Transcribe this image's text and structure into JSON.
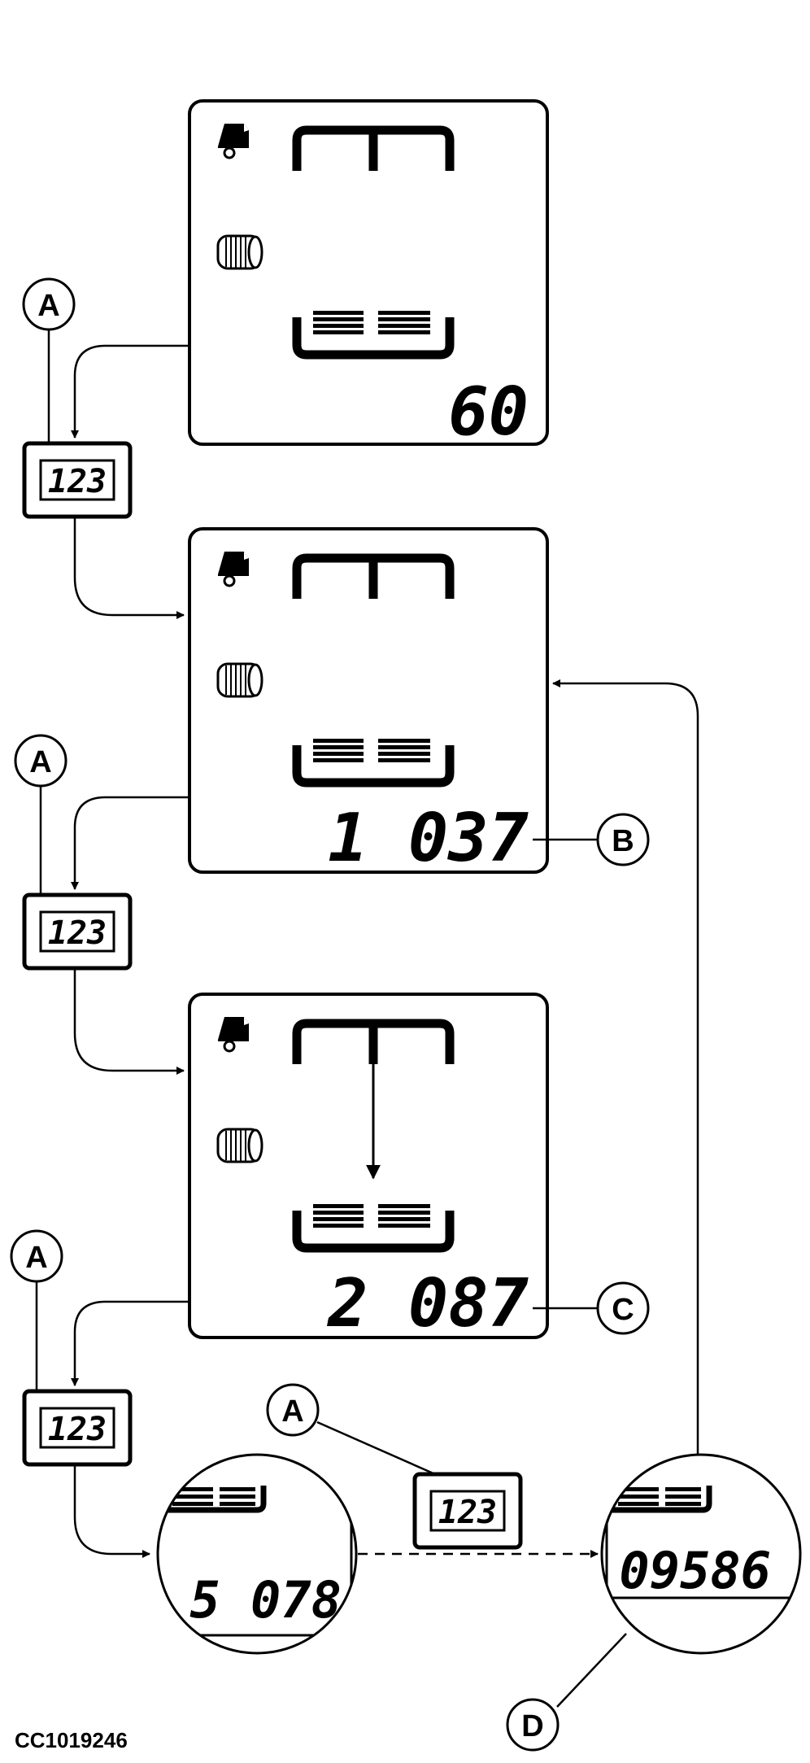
{
  "figure_id": "CC1019246",
  "button": {
    "label": "123",
    "callout": "A"
  },
  "screens": [
    {
      "counter": "60"
    },
    {
      "counter": "1 037",
      "callout": "B"
    },
    {
      "counter": "2 087",
      "callout": "C"
    }
  ],
  "zoom_left": {
    "counter": "5 078"
  },
  "zoom_right": {
    "counter": "09586",
    "callout": "D"
  },
  "colors": {
    "ink": "#000000",
    "paper": "#ffffff"
  },
  "icons": [
    "baler-icon",
    "bale-roll-icon",
    "bale-chamber-icon",
    "net-wrap-icon",
    "push-button-icon"
  ]
}
